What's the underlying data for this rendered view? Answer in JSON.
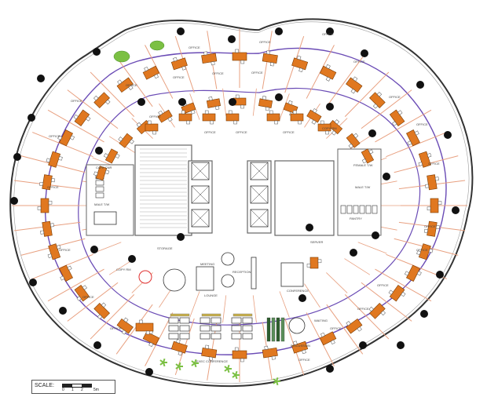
{
  "colors": {
    "wall": "#333333",
    "partition": "#e8a080",
    "glazing": "#6a4bb5",
    "desk": "#e07820",
    "desk_outline": "#7a3a00",
    "column": "#111111",
    "plant": "#7bc043",
    "core_line": "#666666",
    "label": "#444444"
  },
  "room_labels": {
    "office": "OFFICE",
    "copy": "COPY RM",
    "female": "FEMALE T/W",
    "male": "MALE T/W",
    "storage": "STORAGE",
    "reception": "RECEPTION",
    "lounge": "LOUNGE",
    "meeting": "MEETING",
    "conference": "CONFERENCE",
    "pantry": "PANTRY",
    "server": "SERVER",
    "cafe": "CAFE CNR",
    "discussion": "DISCUSSION",
    "waiting": "WAITING",
    "exec": "EXEC CONFERENCE"
  },
  "scale": {
    "label": "SCALE:",
    "ticks": [
      "0",
      "1",
      "2",
      "5m"
    ]
  }
}
